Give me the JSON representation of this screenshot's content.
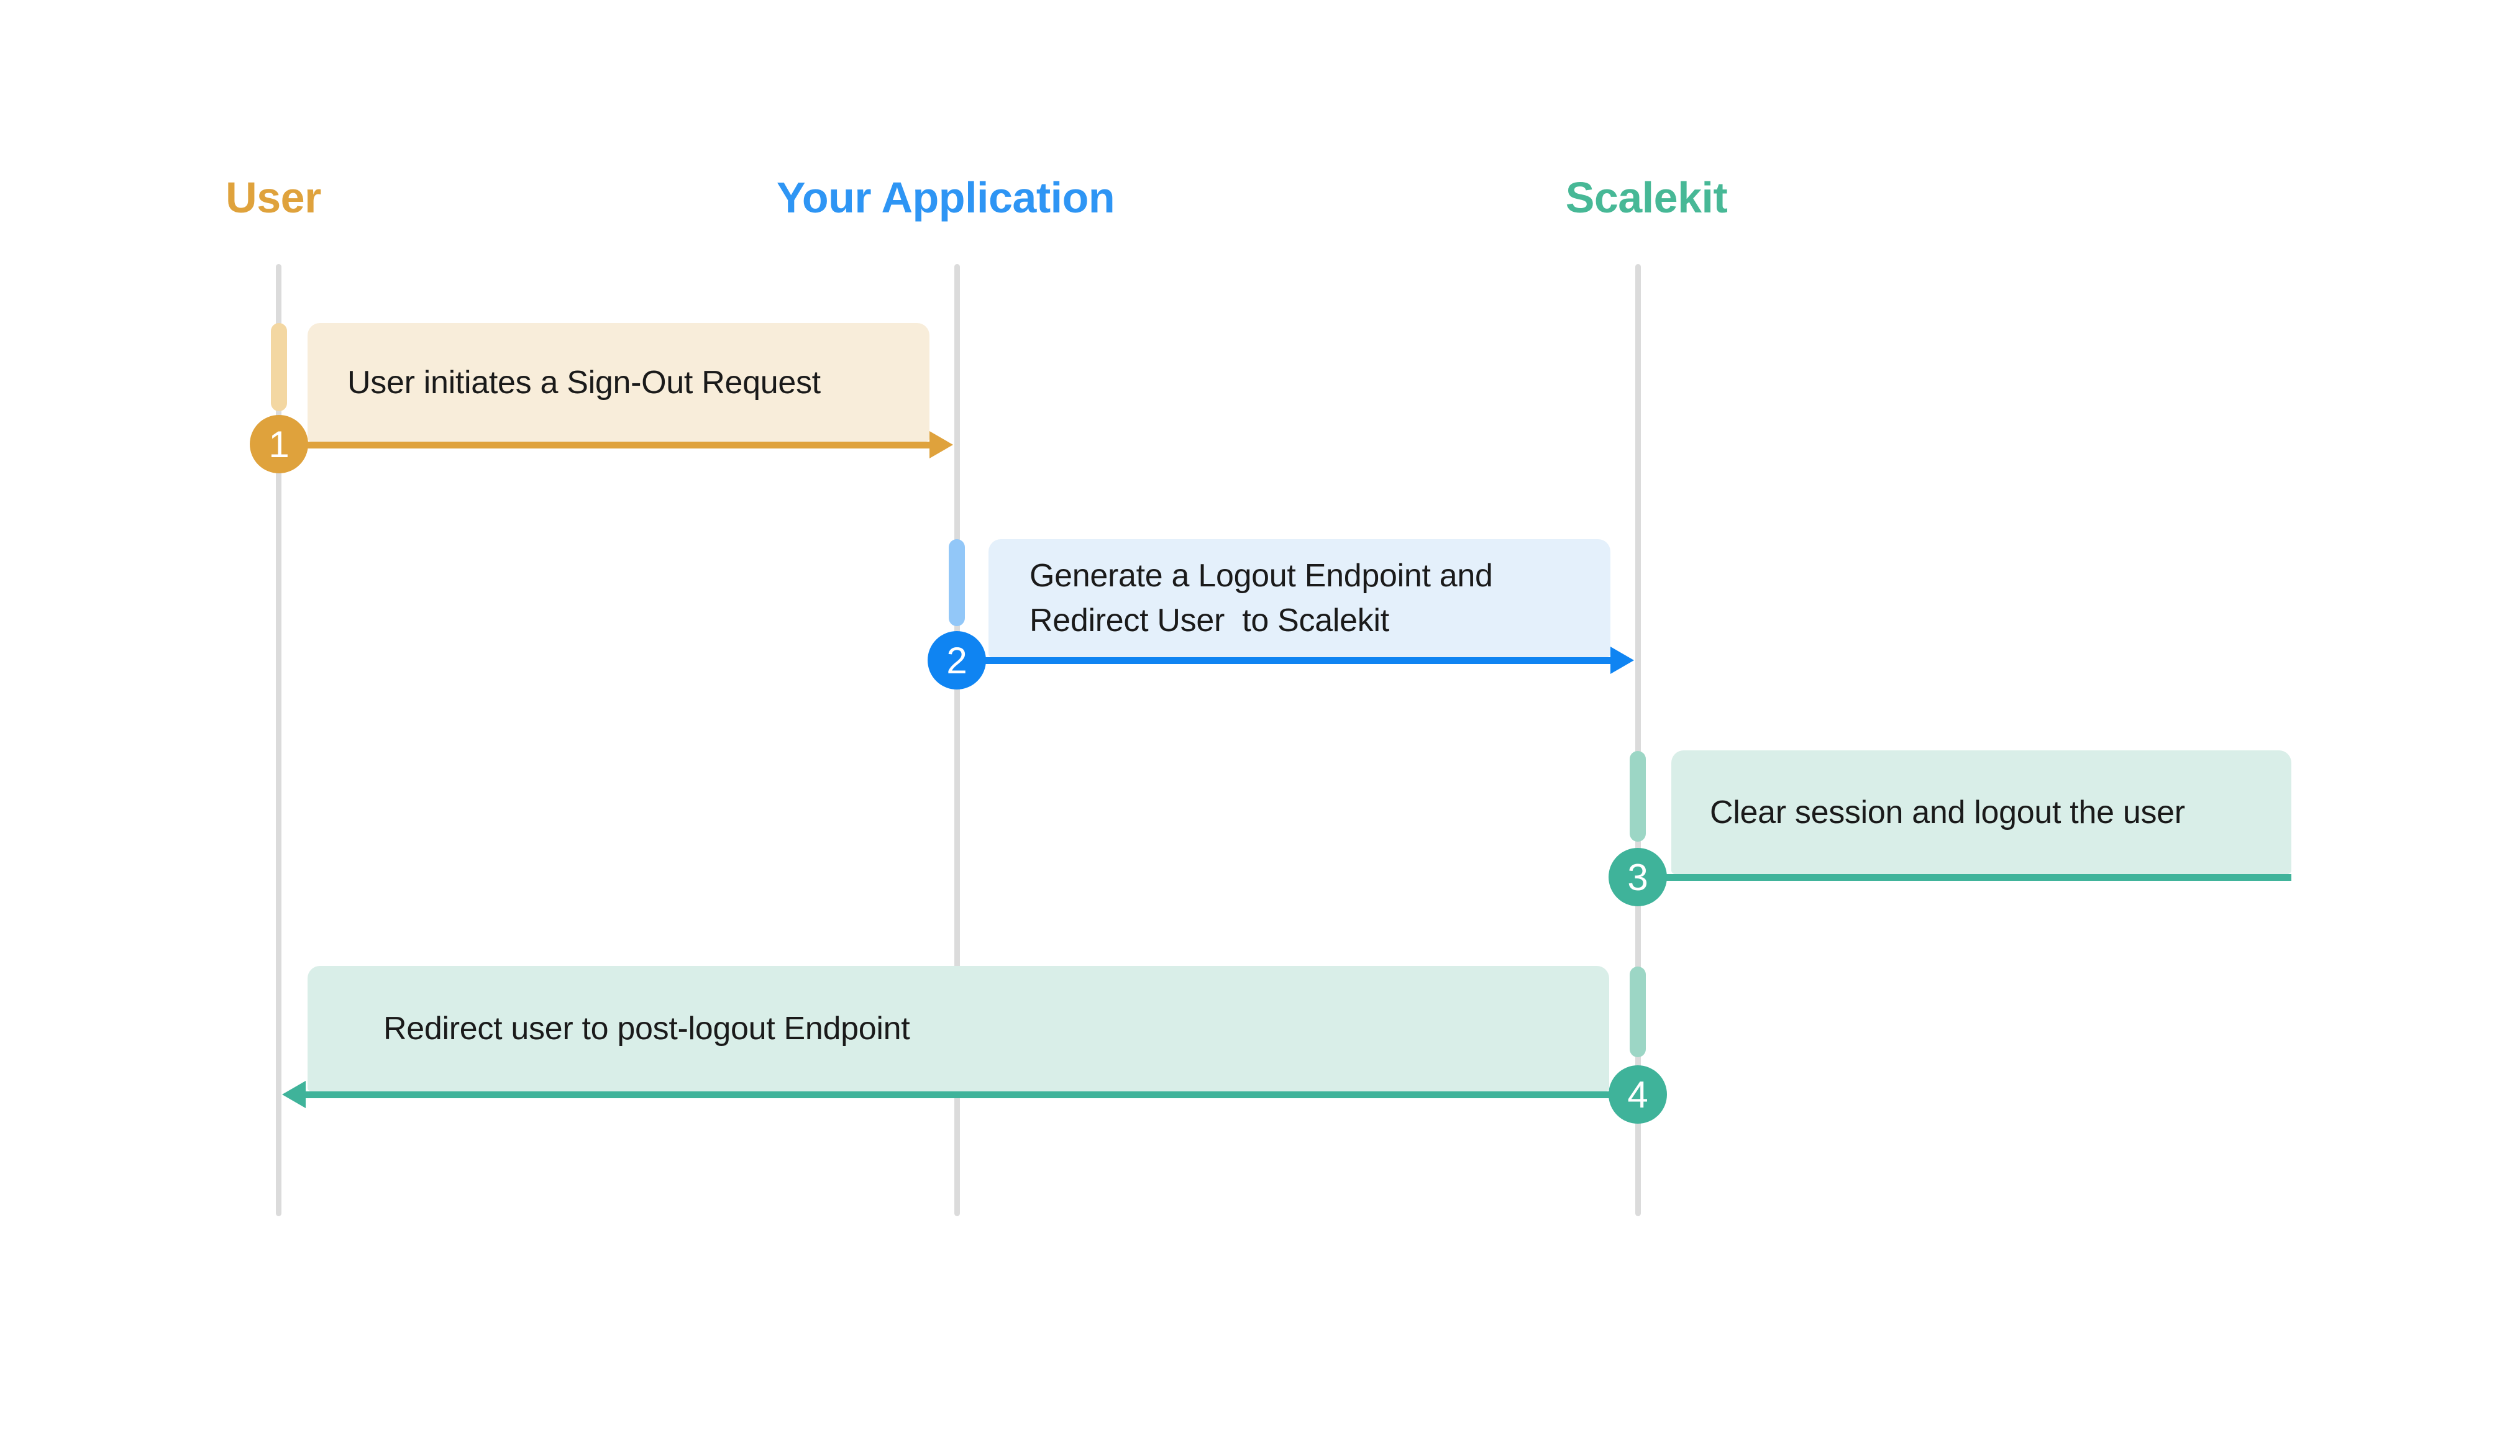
{
  "diagram": {
    "type": "sequence-diagram",
    "actors": [
      {
        "name": "User",
        "color": "#DFA23C"
      },
      {
        "name": "Your Application",
        "color": "#2E95F4"
      },
      {
        "name": "Scalekit",
        "color": "#47B896"
      }
    ],
    "steps": [
      {
        "number": "1",
        "label": "User initiates a Sign-Out Request",
        "from": "User",
        "to": "Your Application"
      },
      {
        "number": "2",
        "label": "Generate a Logout Endpoint and Redirect User  to Scalekit",
        "label_lines": [
          "Generate a Logout Endpoint and",
          "Redirect User  to Scalekit"
        ],
        "from": "Your Application",
        "to": "Scalekit"
      },
      {
        "number": "3",
        "label": "Clear session and logout the user",
        "from": "Scalekit",
        "to": "Scalekit"
      },
      {
        "number": "4",
        "label": "Redirect user to post-logout Endpoint",
        "from": "Scalekit",
        "to": "User"
      }
    ],
    "colors": {
      "user_accent": "#DFA23C",
      "user_activation": "#F3D7A2",
      "user_box_bg": "#F8EDDA",
      "app_accent": "#0F84F2",
      "app_header": "#2E95F4",
      "app_activation": "#92C7F8",
      "app_box_bg": "#E4F0FB",
      "sk_accent": "#3FB39A",
      "sk_header": "#47B896",
      "sk_activation": "#9CD6C5",
      "sk_box_bg": "#D9EEE8",
      "lifeline": "#DBDBDB",
      "text_color": "#1A1A1A"
    }
  }
}
